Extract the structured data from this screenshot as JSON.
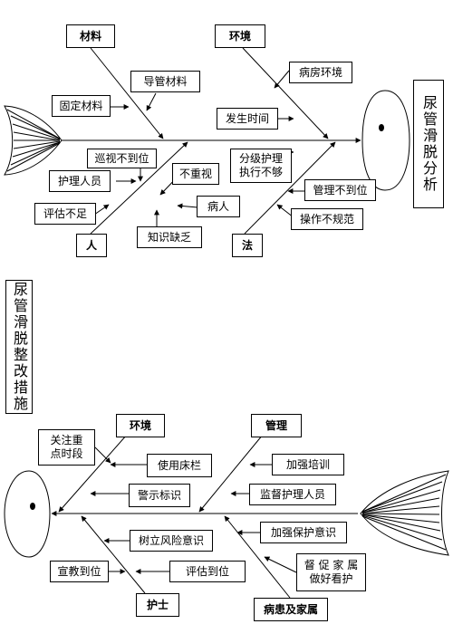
{
  "analysis": {
    "title": "尿管滑脱分析",
    "categories": {
      "materials": "材料",
      "environment": "环境",
      "people": "人",
      "method": "法"
    },
    "causes": {
      "guide_material": "导管材料",
      "fixing_material": "固定材料",
      "ward_environment": "病房环境",
      "occurrence_time": "发生时间",
      "insufficient_rounds": "巡视不到位",
      "nursing_staff": "护理人员",
      "assessment_insufficient": "评估不足",
      "not_valued": "不重视",
      "patient": "病人",
      "lack_knowledge": "知识缺乏",
      "graded_care": "分级护理\n执行不够",
      "management": "管理不到位",
      "operation": "操作不规范"
    }
  },
  "rectification": {
    "title": "尿管滑脱整改措施",
    "categories": {
      "environment": "环境",
      "management": "管理",
      "nurse": "护士",
      "family": "病患及家属"
    },
    "measures": {
      "focus_periods": "关注重\n点时段",
      "bed_rails": "使用床栏",
      "warning_signs": "警示标识",
      "training": "加强培训",
      "supervise": "监督护理人员",
      "protection": "加强保护意识",
      "risk_awareness": "树立风险意识",
      "education": "宣教到位",
      "assessment": "评估到位",
      "family_supervise": "督 促 家 属\n做好看护"
    }
  }
}
